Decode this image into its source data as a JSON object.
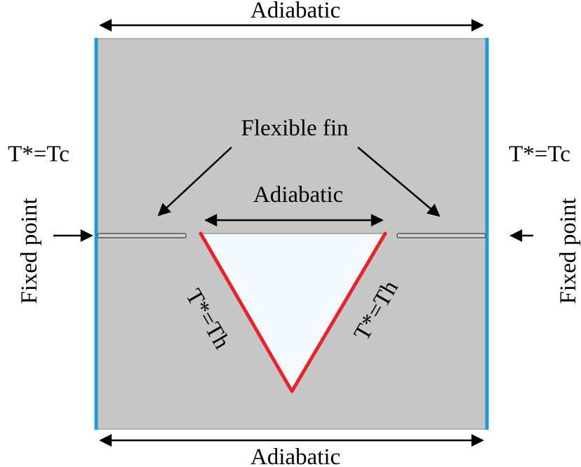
{
  "labels": {
    "top": "Adiabatic",
    "bottom": "Adiabatic",
    "inner": "Adiabatic",
    "fin": "Flexible fin",
    "left_temp": "T*=Tc",
    "right_temp": "T*=Tc",
    "left_fixed": "Fixed point",
    "right_fixed": "Fixed point",
    "tri_left": "T*=Th",
    "tri_right": "T*=Th"
  },
  "colors": {
    "cavity_fill": "#c6c6c6",
    "cold_wall": "#1e9ad6",
    "hot_wall": "#e8242b",
    "triangle_fill": "#f4fafe"
  }
}
